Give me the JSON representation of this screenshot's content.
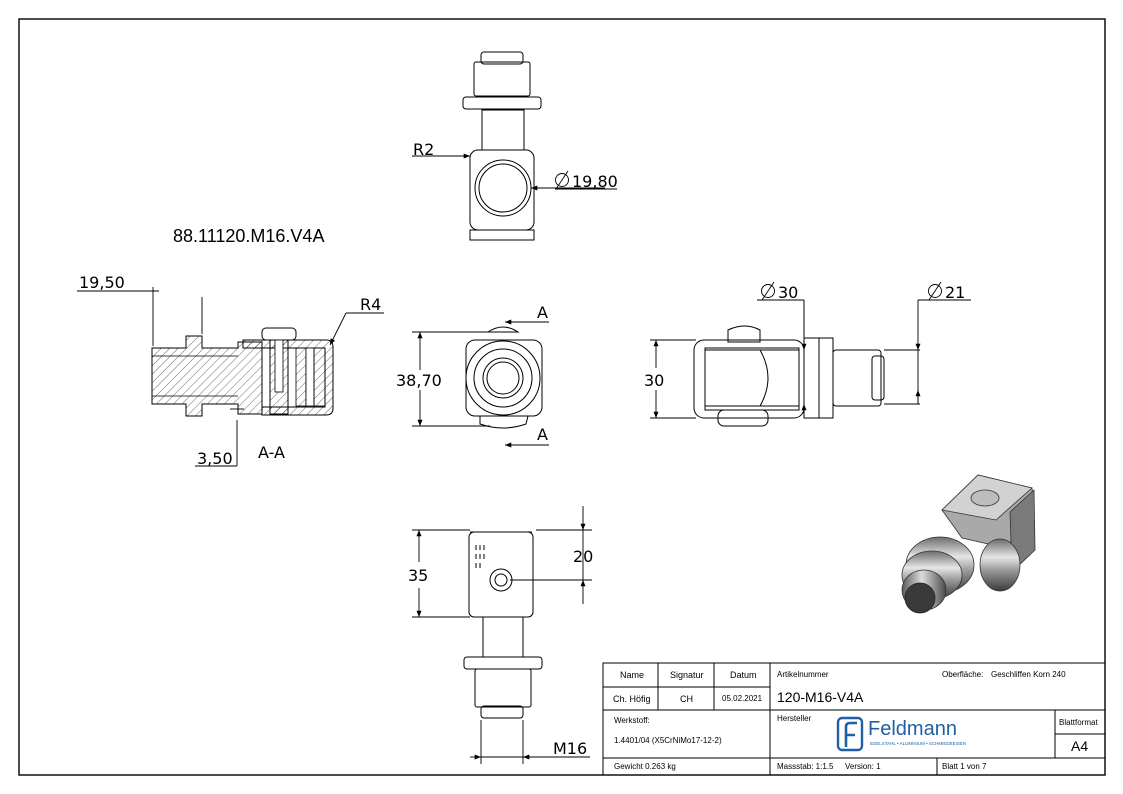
{
  "part_code": "88.11120.M16.V4A",
  "dimensions": {
    "r2": "R2",
    "dia_19_80": "19,80",
    "d_19_50": "19,50",
    "r4": "R4",
    "d_3_50": "3,50",
    "section_label": "A-A",
    "section_marker": "A",
    "d_38_70": "38,70",
    "d_30": "30",
    "dia_30": "30",
    "dia_21": "21",
    "d_35": "35",
    "d_20": "20",
    "m16": "M16"
  },
  "title_block": {
    "name_header": "Name",
    "signatur_header": "Signatur",
    "datum_header": "Datum",
    "name": "Ch. Höfig",
    "signatur": "CH",
    "datum": "05.02.2021",
    "artikelnummer_label": "Artikelnummer",
    "oberflaeche_label": "Oberfläche:",
    "oberflaeche_value": "Geschliffen Korn 240",
    "artikelnummer": "120-M16-V4A",
    "werkstoff_label": "Werkstoff:",
    "werkstoff": "1.4401/04 (X5CrNiMo17-12-2)",
    "hersteller_label": "Hersteller",
    "logo_name": "Feldmann",
    "logo_tagline": "EDELSTAHL • ALUMINIUM • SCHMIEDEEISEN",
    "blattformat_label": "Blattformat",
    "blattformat": "A4",
    "gewicht": "Gewicht 0.263 kg",
    "massstab": "Massstab: 1:1.5",
    "version": "Version: 1",
    "blatt": "Blatt 1 von 7"
  },
  "colors": {
    "line": "#000000",
    "logo_blue": "#1f5fa6",
    "hatch": "#000000"
  }
}
